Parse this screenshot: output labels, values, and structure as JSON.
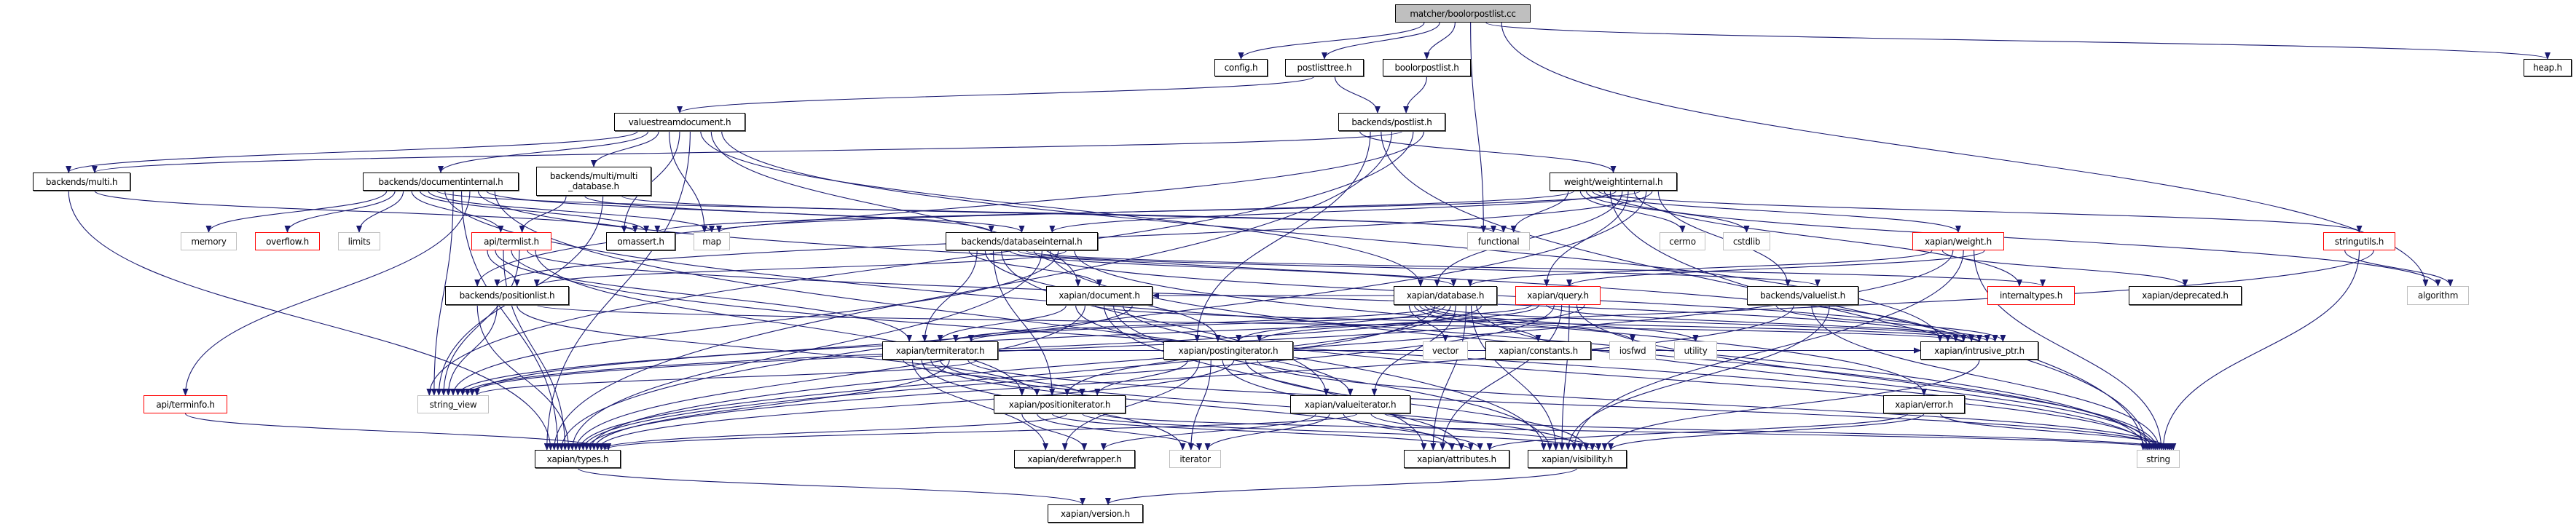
{
  "graph": {
    "edge_color": "#191970",
    "colors": {
      "normal_border": "#000000",
      "red_border": "#ff0000",
      "gray_border": "#bfbfbf",
      "root_fill": "#bfbfbf"
    },
    "nodes": [
      {
        "id": "root",
        "label": "matcher/boolorpostlist.cc",
        "style": "root"
      },
      {
        "id": "config",
        "label": "config.h",
        "style": "normal"
      },
      {
        "id": "plt",
        "label": "postlisttree.h",
        "style": "normal"
      },
      {
        "id": "bop",
        "label": "boolorpostlist.h",
        "style": "normal"
      },
      {
        "id": "heap",
        "label": "heap.h",
        "style": "normal"
      },
      {
        "id": "vsd",
        "label": "valuestreamdocument.h",
        "style": "normal"
      },
      {
        "id": "bpl",
        "label": "backends/postlist.h",
        "style": "normal"
      },
      {
        "id": "multi",
        "label": "backends/multi.h",
        "style": "normal"
      },
      {
        "id": "docint",
        "label": "backends/documentinternal.h",
        "style": "normal"
      },
      {
        "id": "mdb",
        "label": "backends/multi/multi\n_database.h",
        "style": "normal"
      },
      {
        "id": "wint",
        "label": "weight/weightinternal.h",
        "style": "normal"
      },
      {
        "id": "memory",
        "label": "memory",
        "style": "gray"
      },
      {
        "id": "overflow",
        "label": "overflow.h",
        "style": "red"
      },
      {
        "id": "limits",
        "label": "limits",
        "style": "gray"
      },
      {
        "id": "termlist",
        "label": "api/termlist.h",
        "style": "red"
      },
      {
        "id": "omassert",
        "label": "omassert.h",
        "style": "normal"
      },
      {
        "id": "map",
        "label": "map",
        "style": "gray"
      },
      {
        "id": "dbint",
        "label": "backends/databaseinternal.h",
        "style": "normal"
      },
      {
        "id": "functional",
        "label": "functional",
        "style": "gray"
      },
      {
        "id": "cerrno",
        "label": "cerrno",
        "style": "gray"
      },
      {
        "id": "cstdlib",
        "label": "cstdlib",
        "style": "gray"
      },
      {
        "id": "weight",
        "label": "xapian/weight.h",
        "style": "red"
      },
      {
        "id": "stringutils",
        "label": "stringutils.h",
        "style": "red"
      },
      {
        "id": "poslist",
        "label": "backends/positionlist.h",
        "style": "normal"
      },
      {
        "id": "document",
        "label": "xapian/document.h",
        "style": "normal"
      },
      {
        "id": "database",
        "label": "xapian/database.h",
        "style": "normal"
      },
      {
        "id": "query",
        "label": "xapian/query.h",
        "style": "red"
      },
      {
        "id": "valuelist",
        "label": "backends/valuelist.h",
        "style": "normal"
      },
      {
        "id": "internaltypes",
        "label": "internaltypes.h",
        "style": "red"
      },
      {
        "id": "deprecated",
        "label": "xapian/deprecated.h",
        "style": "normal"
      },
      {
        "id": "algorithm",
        "label": "algorithm",
        "style": "gray"
      },
      {
        "id": "termiter",
        "label": "xapian/termiterator.h",
        "style": "normal"
      },
      {
        "id": "postiter",
        "label": "xapian/postingiterator.h",
        "style": "normal"
      },
      {
        "id": "vector",
        "label": "vector",
        "style": "gray"
      },
      {
        "id": "constants",
        "label": "xapian/constants.h",
        "style": "normal"
      },
      {
        "id": "iosfwd",
        "label": "iosfwd",
        "style": "gray"
      },
      {
        "id": "utility",
        "label": "utility",
        "style": "gray"
      },
      {
        "id": "intrusive",
        "label": "xapian/intrusive_ptr.h",
        "style": "normal"
      },
      {
        "id": "terminfo",
        "label": "api/terminfo.h",
        "style": "red"
      },
      {
        "id": "string_view",
        "label": "string_view",
        "style": "gray"
      },
      {
        "id": "positer",
        "label": "xapian/positioniterator.h",
        "style": "normal"
      },
      {
        "id": "valueiter",
        "label": "xapian/valueiterator.h",
        "style": "normal"
      },
      {
        "id": "error",
        "label": "xapian/error.h",
        "style": "normal"
      },
      {
        "id": "types",
        "label": "xapian/types.h",
        "style": "normal"
      },
      {
        "id": "deref",
        "label": "xapian/derefwrapper.h",
        "style": "normal"
      },
      {
        "id": "iterator",
        "label": "iterator",
        "style": "gray"
      },
      {
        "id": "attributes",
        "label": "xapian/attributes.h",
        "style": "normal"
      },
      {
        "id": "visibility",
        "label": "xapian/visibility.h",
        "style": "normal"
      },
      {
        "id": "string",
        "label": "string",
        "style": "gray"
      },
      {
        "id": "version",
        "label": "xapian/version.h",
        "style": "normal"
      }
    ],
    "edges": [
      [
        "root",
        "config"
      ],
      [
        "root",
        "plt"
      ],
      [
        "root",
        "bop"
      ],
      [
        "root",
        "functional"
      ],
      [
        "root",
        "heap"
      ],
      [
        "root",
        "algorithm"
      ],
      [
        "plt",
        "vsd"
      ],
      [
        "plt",
        "bpl"
      ],
      [
        "bop",
        "bpl"
      ],
      [
        "vsd",
        "multi"
      ],
      [
        "vsd",
        "docint"
      ],
      [
        "vsd",
        "mdb"
      ],
      [
        "vsd",
        "map"
      ],
      [
        "vsd",
        "omassert"
      ],
      [
        "vsd",
        "types"
      ],
      [
        "vsd",
        "database"
      ],
      [
        "vsd",
        "document"
      ],
      [
        "vsd",
        "intrusive"
      ],
      [
        "multi",
        "types"
      ],
      [
        "multi",
        "omassert"
      ],
      [
        "bpl",
        "wint"
      ],
      [
        "bpl",
        "postiter"
      ],
      [
        "bpl",
        "string"
      ],
      [
        "bpl",
        "types"
      ],
      [
        "bpl",
        "multi"
      ],
      [
        "bpl",
        "string_view"
      ],
      [
        "bpl",
        "poslist"
      ],
      [
        "docint",
        "memory"
      ],
      [
        "docint",
        "overflow"
      ],
      [
        "docint",
        "limits"
      ],
      [
        "docint",
        "termlist"
      ],
      [
        "docint",
        "omassert"
      ],
      [
        "docint",
        "map"
      ],
      [
        "docint",
        "functional"
      ],
      [
        "docint",
        "string"
      ],
      [
        "docint",
        "string_view"
      ],
      [
        "docint",
        "types"
      ],
      [
        "docint",
        "terminfo"
      ],
      [
        "docint",
        "intrusive"
      ],
      [
        "docint",
        "dbint"
      ],
      [
        "docint",
        "visibility"
      ],
      [
        "mdb",
        "termlist"
      ],
      [
        "mdb",
        "dbint"
      ],
      [
        "mdb",
        "string_view"
      ],
      [
        "mdb",
        "functional"
      ],
      [
        "wint",
        "functional"
      ],
      [
        "wint",
        "map"
      ],
      [
        "wint",
        "cerrno"
      ],
      [
        "wint",
        "cstdlib"
      ],
      [
        "wint",
        "weight"
      ],
      [
        "wint",
        "stringutils"
      ],
      [
        "wint",
        "algorithm"
      ],
      [
        "wint",
        "string"
      ],
      [
        "wint",
        "dbint"
      ],
      [
        "wint",
        "database"
      ],
      [
        "wint",
        "query"
      ],
      [
        "wint",
        "internaltypes"
      ],
      [
        "wint",
        "omassert"
      ],
      [
        "wint",
        "types"
      ],
      [
        "wint",
        "poslist"
      ],
      [
        "wint",
        "valuelist"
      ],
      [
        "termlist",
        "poslist"
      ],
      [
        "termlist",
        "termiter"
      ],
      [
        "termlist",
        "types"
      ],
      [
        "termlist",
        "string"
      ],
      [
        "termlist",
        "string_view"
      ],
      [
        "termlist",
        "intrusive"
      ],
      [
        "termlist",
        "positer"
      ],
      [
        "poslist",
        "types"
      ],
      [
        "poslist",
        "string_view"
      ],
      [
        "poslist",
        "positer"
      ],
      [
        "poslist",
        "intrusive"
      ],
      [
        "dbint",
        "document"
      ],
      [
        "dbint",
        "termiter"
      ],
      [
        "dbint",
        "postiter"
      ],
      [
        "dbint",
        "positer"
      ],
      [
        "dbint",
        "valueiter"
      ],
      [
        "dbint",
        "database"
      ],
      [
        "dbint",
        "valuelist"
      ],
      [
        "dbint",
        "internaltypes"
      ],
      [
        "dbint",
        "intrusive"
      ],
      [
        "dbint",
        "types"
      ],
      [
        "dbint",
        "string"
      ],
      [
        "dbint",
        "string_view"
      ],
      [
        "dbint",
        "poslist"
      ],
      [
        "dbint",
        "error"
      ],
      [
        "document",
        "termiter"
      ],
      [
        "document",
        "valueiter"
      ],
      [
        "document",
        "types"
      ],
      [
        "document",
        "intrusive"
      ],
      [
        "document",
        "attributes"
      ],
      [
        "document",
        "visibility"
      ],
      [
        "document",
        "string"
      ],
      [
        "document",
        "string_view"
      ],
      [
        "database",
        "vector"
      ],
      [
        "database",
        "constants"
      ],
      [
        "database",
        "iosfwd"
      ],
      [
        "database",
        "utility"
      ],
      [
        "database",
        "intrusive"
      ],
      [
        "database",
        "types"
      ],
      [
        "database",
        "termiter"
      ],
      [
        "database",
        "postiter"
      ],
      [
        "database",
        "positer"
      ],
      [
        "database",
        "valueiter"
      ],
      [
        "database",
        "document"
      ],
      [
        "database",
        "attributes"
      ],
      [
        "database",
        "visibility"
      ],
      [
        "database",
        "string"
      ],
      [
        "database",
        "string_view"
      ],
      [
        "query",
        "termiter"
      ],
      [
        "query",
        "postiter"
      ],
      [
        "query",
        "intrusive"
      ],
      [
        "query",
        "types"
      ],
      [
        "query",
        "attributes"
      ],
      [
        "query",
        "visibility"
      ],
      [
        "query",
        "string"
      ],
      [
        "query",
        "string_view"
      ],
      [
        "valuelist",
        "intrusive"
      ],
      [
        "valuelist",
        "types"
      ],
      [
        "valuelist",
        "string"
      ],
      [
        "valuelist",
        "visibility"
      ],
      [
        "weight",
        "database"
      ],
      [
        "weight",
        "deprecated"
      ],
      [
        "weight",
        "types"
      ],
      [
        "weight",
        "visibility"
      ],
      [
        "weight",
        "string"
      ],
      [
        "weight",
        "query"
      ],
      [
        "stringutils",
        "algorithm"
      ],
      [
        "stringutils",
        "string"
      ],
      [
        "stringutils",
        "string_view"
      ],
      [
        "termiter",
        "positer"
      ],
      [
        "termiter",
        "deref"
      ],
      [
        "termiter",
        "iterator"
      ],
      [
        "termiter",
        "attributes"
      ],
      [
        "termiter",
        "visibility"
      ],
      [
        "termiter",
        "types"
      ],
      [
        "termiter",
        "intrusive"
      ],
      [
        "termiter",
        "string"
      ],
      [
        "termiter",
        "string_view"
      ],
      [
        "postiter",
        "positer"
      ],
      [
        "postiter",
        "deref"
      ],
      [
        "postiter",
        "iterator"
      ],
      [
        "postiter",
        "attributes"
      ],
      [
        "postiter",
        "types"
      ],
      [
        "postiter",
        "visibility"
      ],
      [
        "postiter",
        "string"
      ],
      [
        "postiter",
        "intrusive"
      ],
      [
        "positer",
        "deref"
      ],
      [
        "positer",
        "iterator"
      ],
      [
        "positer",
        "attributes"
      ],
      [
        "positer",
        "types"
      ],
      [
        "positer",
        "visibility"
      ],
      [
        "positer",
        "string"
      ],
      [
        "valueiter",
        "deref"
      ],
      [
        "valueiter",
        "iterator"
      ],
      [
        "valueiter",
        "attributes"
      ],
      [
        "valueiter",
        "types"
      ],
      [
        "valueiter",
        "visibility"
      ],
      [
        "valueiter",
        "string"
      ],
      [
        "intrusive",
        "visibility"
      ],
      [
        "error",
        "attributes"
      ],
      [
        "error",
        "visibility"
      ],
      [
        "error",
        "string"
      ],
      [
        "terminfo",
        "types"
      ],
      [
        "types",
        "version"
      ],
      [
        "visibility",
        "version"
      ]
    ]
  }
}
